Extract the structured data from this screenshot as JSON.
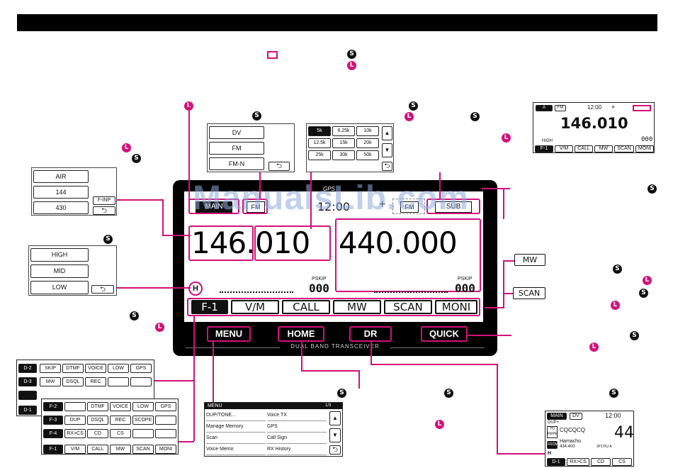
{
  "markers": {
    "S": "S",
    "L": "L"
  },
  "mode_popup": {
    "items": [
      "DV",
      "FM",
      "FM-N"
    ],
    "back": "⮌"
  },
  "step_popup": {
    "rows": [
      [
        "5k",
        "6.25k",
        "10k"
      ],
      [
        "12.5k",
        "15k",
        "20k"
      ],
      [
        "25k",
        "30k",
        "50k"
      ]
    ],
    "up": "▲",
    "down": "▼",
    "back": "⮌"
  },
  "band_popup": {
    "items": [
      "AIR",
      "144",
      "430"
    ],
    "finp": "F-INP",
    "back": "⮌"
  },
  "power_popup": {
    "items": [
      "HIGH",
      "MID",
      "LOW"
    ],
    "back": "⮌"
  },
  "mini_top": {
    "tag_a": "A",
    "tag_fm": "FM",
    "time": "12:00",
    "gps": "+",
    "freq": "146.010",
    "power": "HIGH",
    "pskip": "000",
    "keys": [
      "F-1",
      "V/M",
      "CALL",
      "MW",
      "SCAN",
      "MONI"
    ]
  },
  "radio": {
    "watermark": "ManualsLib.com",
    "left_tag": "MAIN",
    "mode_tag": "FM",
    "time": "12:00",
    "gps_symbol": "+",
    "gps_label": "GPS",
    "right_mode_tag": "FM",
    "sub_tag": "SUB",
    "freq_main_int": "146.",
    "freq_main_dec": "010",
    "freq_sub": "440.000",
    "power_h": "H",
    "pskip_label_l": "PSKIP",
    "pskip_val_l": "000",
    "pskip_label_r": "PSKIP",
    "pskip_val_r": "000",
    "softkeys": [
      "F-1",
      "V/M",
      "CALL",
      "MW",
      "SCAN",
      "MONI"
    ],
    "hw_buttons": [
      "MENU",
      "HOME",
      "DR",
      "QUICK"
    ],
    "bottom_label": "DUAL BAND TRANSCEIVER"
  },
  "callouts": {
    "mw": "MW",
    "scan": "SCAN"
  },
  "func_left": {
    "d2": {
      "tag": "D-2",
      "keys": [
        "SKIP",
        "DTMF",
        "VOICE",
        "LOW",
        "GPS"
      ]
    },
    "d3": {
      "tag": "D-3",
      "keys": [
        "MW",
        "DSQL",
        "REC"
      ]
    },
    "d1": {
      "tag": "D-1"
    }
  },
  "func_front": {
    "f2": {
      "tag": "F-2",
      "keys": [
        "DTMF",
        "VOICE",
        "LOW",
        "GPS"
      ]
    },
    "f3": {
      "tag": "F-3",
      "keys": [
        "DUP",
        "DSQL",
        "REC",
        "SCOPE"
      ]
    },
    "f4": {
      "tag": "F-4",
      "keys": [
        "RX>CS",
        "CD",
        "CS"
      ]
    },
    "f1": {
      "tag": "F-1",
      "keys": [
        "V/M",
        "CALL",
        "MW",
        "SCAN",
        "MONI"
      ]
    }
  },
  "menu_panel": {
    "title": "MENU",
    "page": "1/3",
    "left": [
      "DUP/TONE...",
      "Manage Memory",
      "Scan",
      "Voice Memo"
    ],
    "right": [
      "Voice TX",
      "GPS",
      "Call Sign",
      "RX History"
    ],
    "up": "▲",
    "down": "▼",
    "back": "⮌"
  },
  "dr_panel": {
    "main": "MAIN",
    "dv": "DV",
    "time": "12:00",
    "dup": "DUP+",
    "to_label": "TO",
    "to_sub": "REPE",
    "to_value": "CQCQCQ",
    "from_label": "FROM",
    "from_name": "Hamacho",
    "from_freq": "434.400",
    "from_call": "JP1YIU A",
    "big": "44",
    "h": "H",
    "keys": [
      "D-1",
      "RX>CS",
      "CD",
      "CS"
    ]
  }
}
